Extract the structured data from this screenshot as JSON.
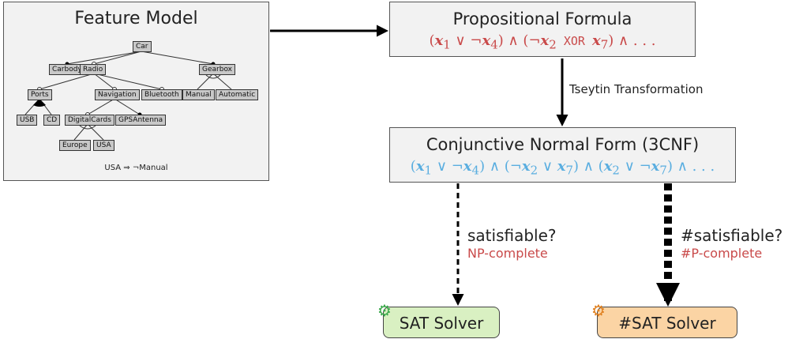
{
  "feature_model": {
    "title": "Feature Model",
    "nodes": {
      "car": "Car",
      "carbody": "Carbody",
      "radio": "Radio",
      "gearbox": "Gearbox",
      "ports": "Ports",
      "navigation": "Navigation",
      "bluetooth": "Bluetooth",
      "manual": "Manual",
      "automatic": "Automatic",
      "usb": "USB",
      "cd": "CD",
      "digitalcards": "DigitalCards",
      "gpsantenna": "GPSAntenna",
      "europe": "Europe",
      "usa": "USA"
    },
    "constraint": "USA ⇒ ¬Manual"
  },
  "propositional": {
    "title": "Propositional Formula",
    "formula": {
      "open1": "(",
      "x1": "x",
      "s1": "1",
      "or": " ∨ ¬",
      "x4": "x",
      "s4": "4",
      "mid": ") ∧ (¬",
      "x2": "x",
      "s2": "2",
      "xor": " XOR ",
      "x7": "x",
      "s7": "7",
      "tail": ") ∧ . . ."
    }
  },
  "transformation_label": "Tseytin Transformation",
  "cnf": {
    "title": "Conjunctive Normal Form (3CNF)",
    "formula": {
      "p1": "(",
      "a": "x",
      "as": "1",
      "p2": " ∨ ¬",
      "b": "x",
      "bs": "4",
      "p3": ") ∧ (¬",
      "c": "x",
      "cs": "2",
      "p4": " ∨ ",
      "d": "x",
      "ds": "7",
      "p5": ") ∧ (",
      "e": "x",
      "es": "2",
      "p6": " ∨ ¬",
      "f": "x",
      "fs": "7",
      "p7": ") ∧ . . ."
    }
  },
  "sat_branch": {
    "question": "satisfiable?",
    "complexity": "NP-complete",
    "solver": "SAT Solver"
  },
  "ssat_branch": {
    "question": "#satisfiable?",
    "complexity": "#P-complete",
    "solver": "#SAT Solver"
  },
  "colors": {
    "red": "#c94a4a",
    "blue": "#5aaee0",
    "green": "#d9f0c2",
    "orange": "#fbd4a4"
  },
  "icons": [
    "gear-icon-green",
    "gear-icon-orange"
  ]
}
